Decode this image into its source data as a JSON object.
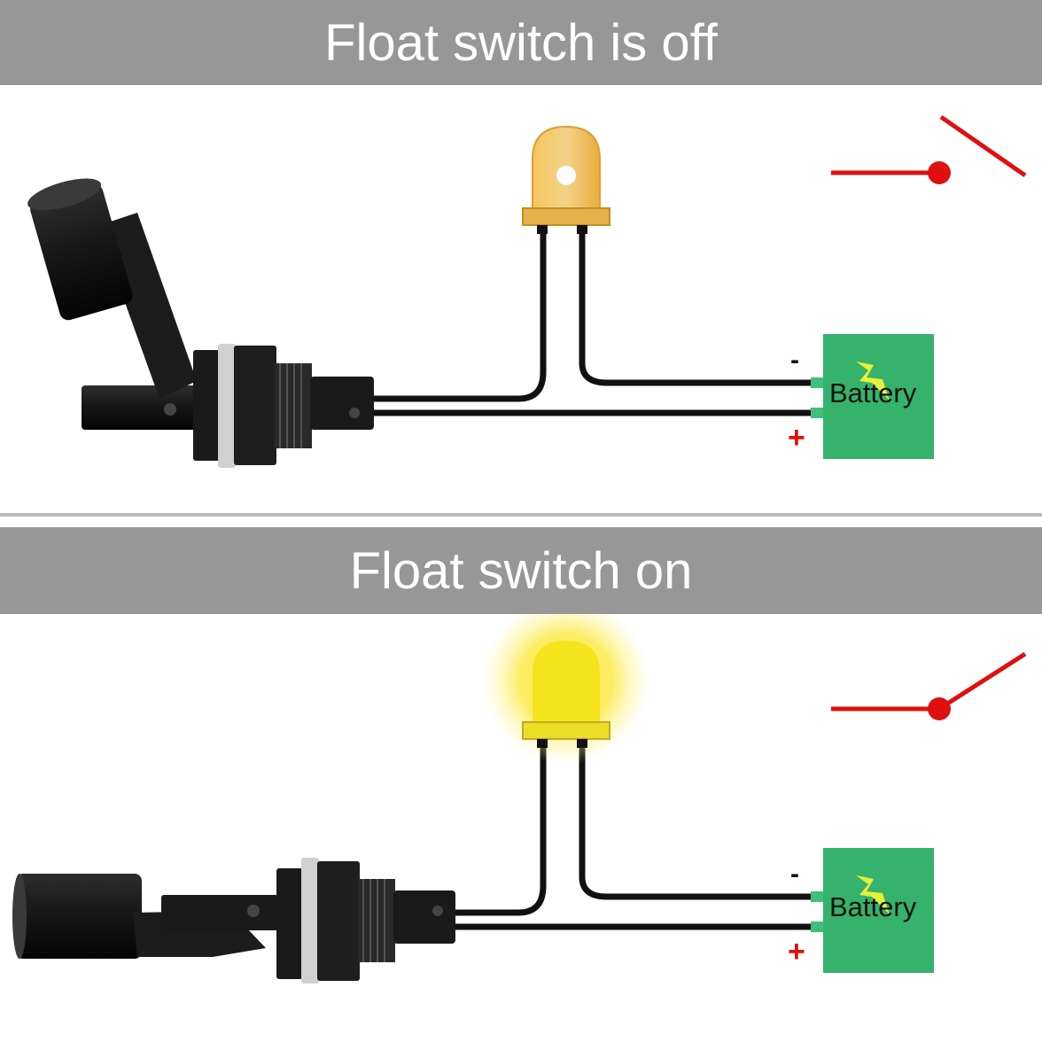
{
  "panels": [
    {
      "title": "Float switch is off",
      "led_state": "off",
      "switch_state": "open",
      "battery_label": "Battery",
      "negative_sign": "-",
      "positive_sign": "+"
    },
    {
      "title": "Float switch on",
      "led_state": "on",
      "switch_state": "closed",
      "battery_label": "Battery",
      "negative_sign": "-",
      "positive_sign": "+"
    }
  ],
  "colors": {
    "banner": "#979797",
    "wire": "#111111",
    "switch_symbol": "#e01010",
    "battery": "#35b26c",
    "led_off": "#f0b94a",
    "led_on": "#f2e21c",
    "sensor": "#1a1a1a"
  }
}
